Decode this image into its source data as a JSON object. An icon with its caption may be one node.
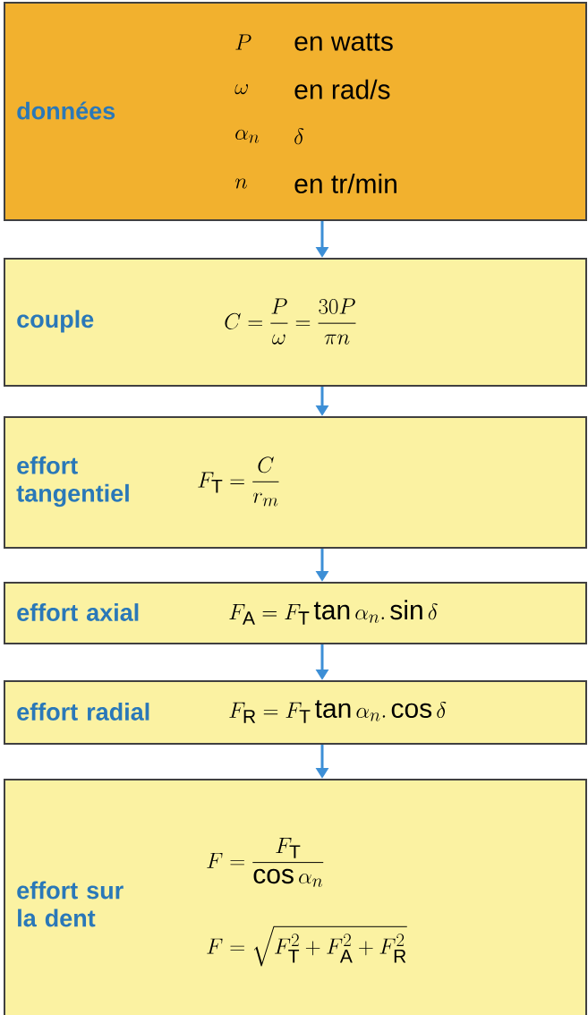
{
  "diagram": {
    "nodes": [
      {
        "text": [
          "données",
          "P",
          "\\text{en watts}",
          "\\omega",
          "\\text{en rad/s}",
          "\\alpha_n",
          "\\delta",
          "n",
          "\\text{en tr/min}"
        ]
      },
      {
        "text": [
          "couple",
          "C=\\frac{P}{\\omega}=\\frac{30P}{\\pi n}"
        ]
      },
      {
        "text": [
          "effort tangentiel",
          "F_{\\mathrm{T}}=\\frac{C}{r_m}"
        ]
      },
      {
        "text": [
          "effort axial",
          "F_{\\mathrm{A}}=F_{\\mathrm{T}}\\tan\\alpha_n.\\sin\\delta"
        ]
      },
      {
        "text": [
          "effort radial",
          "F_{\\mathrm{R}}=F_{\\mathrm{T}}\\tan\\alpha_n.\\cos\\delta"
        ]
      },
      {
        "text": [
          "effort sur la dent",
          "F=\\frac{F_{\\mathrm{T}}}{\\cos\\alpha_n}",
          "F=\\sqrt{F_{\\mathrm{T}}^2+F_{\\mathrm{A}}^2+F_{\\mathrm{R}}^2}"
        ]
      }
    ],
    "edges": [
      {
        "from": 0,
        "to": 1,
        "arrow": "to"
      },
      {
        "from": 1,
        "to": 2,
        "arrow": "to"
      },
      {
        "from": 2,
        "to": 3,
        "arrow": "to"
      },
      {
        "from": 3,
        "to": 4,
        "arrow": "to"
      },
      {
        "from": 4,
        "to": 5,
        "arrow": "to"
      }
    ]
  }
}
